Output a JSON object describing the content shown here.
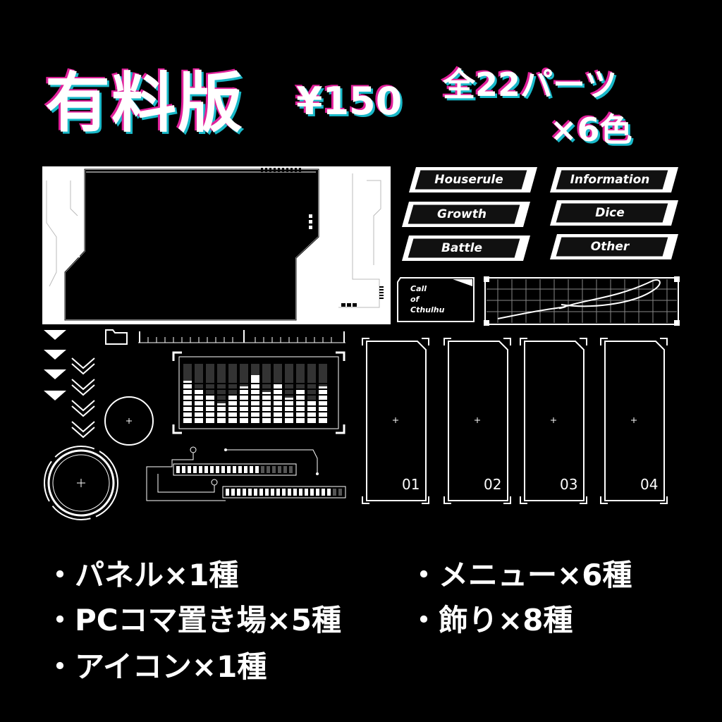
{
  "header": {
    "title": "有料版",
    "price": "¥150",
    "parts": "全22パーツ",
    "colors": "×6色"
  },
  "menu_buttons": [
    {
      "label": "Houserule"
    },
    {
      "label": "Information"
    },
    {
      "label": "Growth"
    },
    {
      "label": "Dice"
    },
    {
      "label": "Battle"
    },
    {
      "label": "Other"
    }
  ],
  "logo_card": {
    "line1": "Call",
    "line2": "of",
    "line3": "Cthulhu"
  },
  "pc_cards": [
    {
      "number": "01"
    },
    {
      "number": "02"
    },
    {
      "number": "03"
    },
    {
      "number": "04"
    }
  ],
  "features_left": [
    "・パネル×1種",
    "・PCコマ置き場×5種",
    "・アイコン×1種"
  ],
  "features_right": [
    "・メニュー×6種",
    "・飾り×8種"
  ],
  "colors": {
    "accent_pink": "#e0209a",
    "accent_cyan": "#19b8c8"
  }
}
